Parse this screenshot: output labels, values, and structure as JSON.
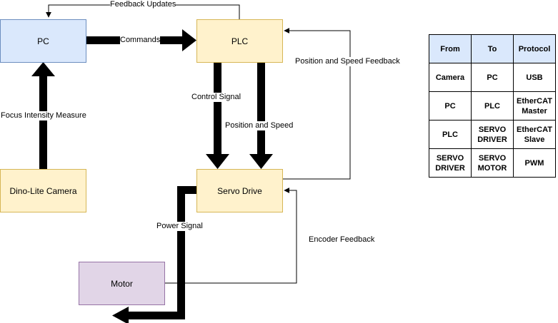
{
  "nodes": {
    "pc": "PC",
    "plc": "PLC",
    "camera": "Dino-Lite Camera",
    "servo_drive": "Servo Drive",
    "motor": "Motor"
  },
  "edges": {
    "feedback_updates": "Feedback Updates",
    "commands": "Commands",
    "focus_intensity": "Focus Intensity Measure",
    "control_signal": "Control Signal",
    "position_and_speed": "Position and Speed",
    "position_speed_feedback": "Position and Speed Feedback",
    "power_signal": "Power Signal",
    "encoder_feedback": "Encoder Feedback"
  },
  "table": {
    "headers": [
      "From",
      "To",
      "Protocol"
    ],
    "rows": [
      [
        "Camera",
        "PC",
        "USB"
      ],
      [
        "PC",
        "PLC",
        "EtherCAT\nMaster"
      ],
      [
        "PLC",
        "SERVO\nDRIVER",
        "EtherCAT\nSlave"
      ],
      [
        "SERVO\nDRIVER",
        "SERVO\nMOTOR",
        "PWM"
      ]
    ]
  },
  "colors": {
    "pc_fill": "#dae8fc",
    "plc_fill": "#fff2cc",
    "motor_fill": "#e1d5e7",
    "table_header_fill": "#dae8fc"
  }
}
